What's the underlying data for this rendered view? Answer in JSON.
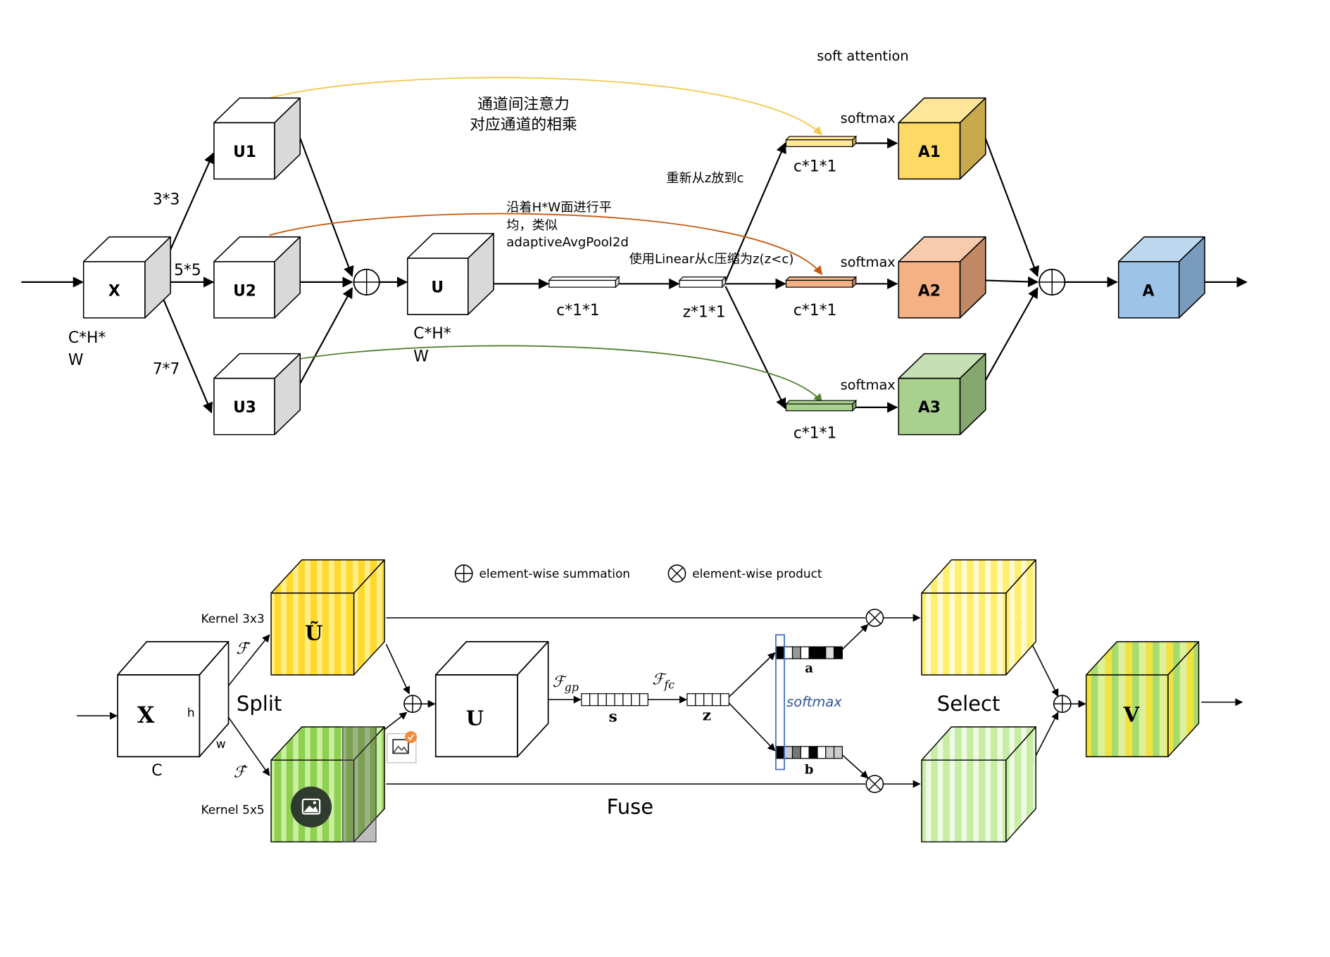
{
  "top": {
    "heading": "soft attention",
    "channel_note": {
      "line1": "通道间注意力",
      "line2": "对应通道的相乘"
    },
    "softmax_label": "softmax",
    "restore_note": "重新从z放到c",
    "kernel_labels": {
      "k3": "3*3",
      "k5": "5*5",
      "k7": "7*7"
    },
    "pool_note": {
      "line1": "沿着H*W面进行平",
      "line2": "均，类似",
      "line3": "adaptiveAvgPool2d"
    },
    "linear_note": "使用Linear从c压缩为z(z<c)",
    "c_dim": "c*1*1",
    "z_dim": "z*1*1",
    "x_dim": {
      "line1": "C*H*",
      "line2": "W"
    },
    "u_dim": {
      "line1": "C*H*",
      "line2": "W"
    },
    "nodes": {
      "x": "X",
      "u1": "U1",
      "u2": "U2",
      "u3": "U3",
      "u": "U",
      "a1": "A1",
      "a2": "A2",
      "a3": "A3",
      "a": "A"
    }
  },
  "bottom": {
    "legend": {
      "sum": "element-wise summation",
      "product": "element-wise product"
    },
    "kernel3": "Kernel 3x3",
    "kernel5": "Kernel 5x5",
    "f_tilde": "ℱ̃",
    "f_hat": "ℱ̂",
    "split": "Split",
    "fuse": "Fuse",
    "select": "Select",
    "softmax": "softmax",
    "x": {
      "label": "X",
      "h": "h",
      "w": "w",
      "c": "C"
    },
    "u_tilde": "Ũ",
    "u": "U",
    "f_gp": {
      "symbol": "ℱ",
      "sub": "gp"
    },
    "f_fc": {
      "symbol": "ℱ",
      "sub": "fc"
    },
    "s": "s",
    "z": "z",
    "a": "a",
    "b": "b",
    "v": "V",
    "icons": {
      "overlay": "image-icon",
      "badge": "image-placeholder-icon"
    }
  },
  "colors": {
    "gray_side": "#D9D9D9",
    "yellow_front": "#FFD966",
    "yellow_top": "#FFE699",
    "yellow_side": "#C9A94E",
    "orange_front": "#F4B183",
    "orange_top": "#F8CBAD",
    "orange_side": "#C08865",
    "green_front": "#A9D18E",
    "green_top": "#C5E0B4",
    "green_side": "#86A870",
    "blue_front": "#9DC3E6",
    "blue_top": "#BDD7EE",
    "blue_side": "#7A9CBC",
    "curve_yellow": "#F2C94C",
    "curve_orange": "#C55A11",
    "curve_green": "#548235",
    "softmax_blue": "#2F5597"
  }
}
